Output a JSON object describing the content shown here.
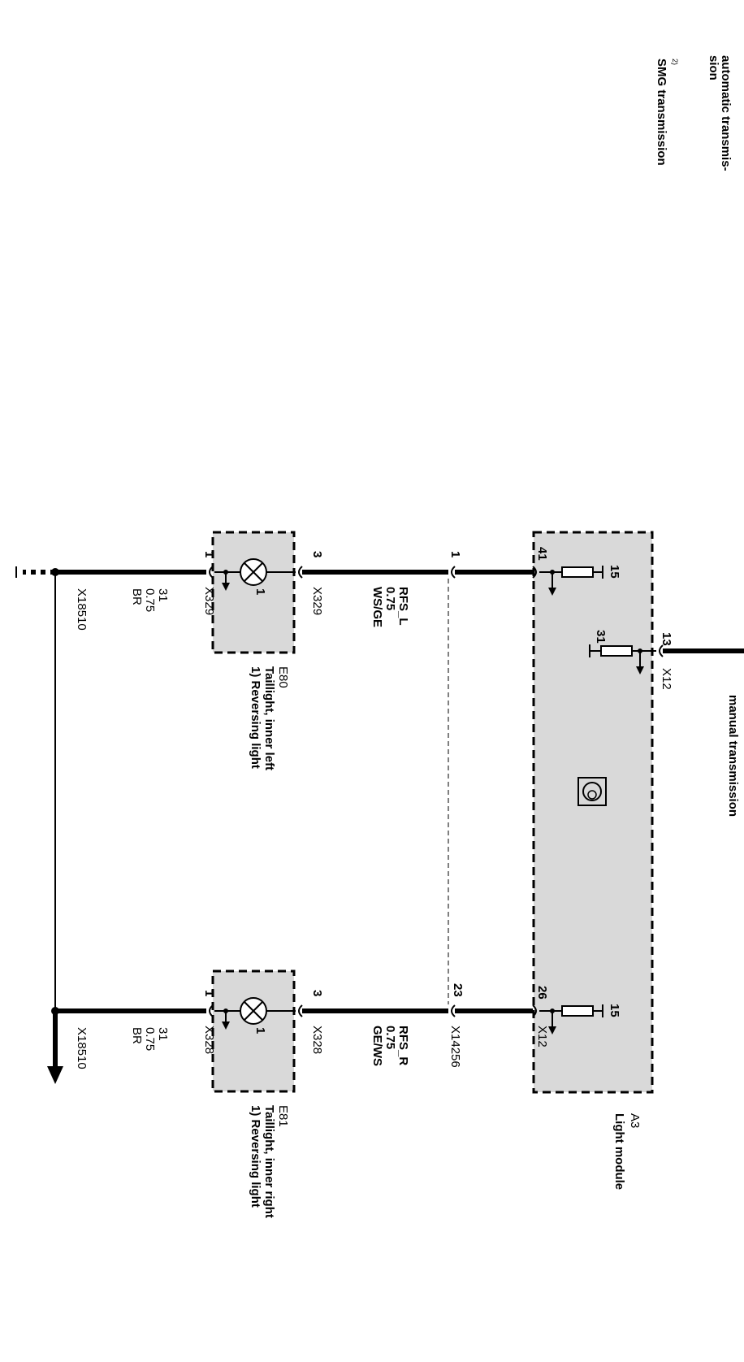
{
  "notes": {
    "automatic": "automatic transmis-",
    "automatic_cont": "sion",
    "smg_mark": "2)",
    "smg": "SMG  transmission",
    "manual": "manual transmission"
  },
  "light_module": {
    "id": "A3",
    "name": "Light module",
    "pin_41": "41",
    "pin_26": "26",
    "pin_13": "13",
    "conn_x12_top": "X12",
    "conn_x12_bottom": "X12",
    "ref_15_left": "15",
    "ref_15_right": "15",
    "ref_31": "31"
  },
  "connector_x14256": {
    "id": "X14256",
    "pin_1": "1",
    "pin_23": "23"
  },
  "wire_left": {
    "signal": "RFS_L",
    "gauge": "0.75",
    "color": "WS/GE"
  },
  "wire_right": {
    "signal": "RFS_R",
    "gauge": "0.75",
    "color": "GE/WS"
  },
  "lamp_left": {
    "id": "E80",
    "desc": "Taillight, inner left",
    "note": "1) Reversing light",
    "conn_in": "X329",
    "conn_out": "X329",
    "pin_in": "3",
    "pin_out": "1",
    "bulb_mark": "1"
  },
  "lamp_right": {
    "id": "E81",
    "desc": "Taillight, inner right",
    "note": "1) Reversing light",
    "conn_in": "X328",
    "conn_out": "X328",
    "pin_in": "3",
    "pin_out": "1",
    "bulb_mark": "1"
  },
  "ground_left": {
    "num": "31",
    "gauge": "0.75",
    "color": "BR",
    "splice": "X18510"
  },
  "ground_right": {
    "num": "31",
    "gauge": "0.75",
    "color": "BR",
    "splice": "X18510"
  }
}
